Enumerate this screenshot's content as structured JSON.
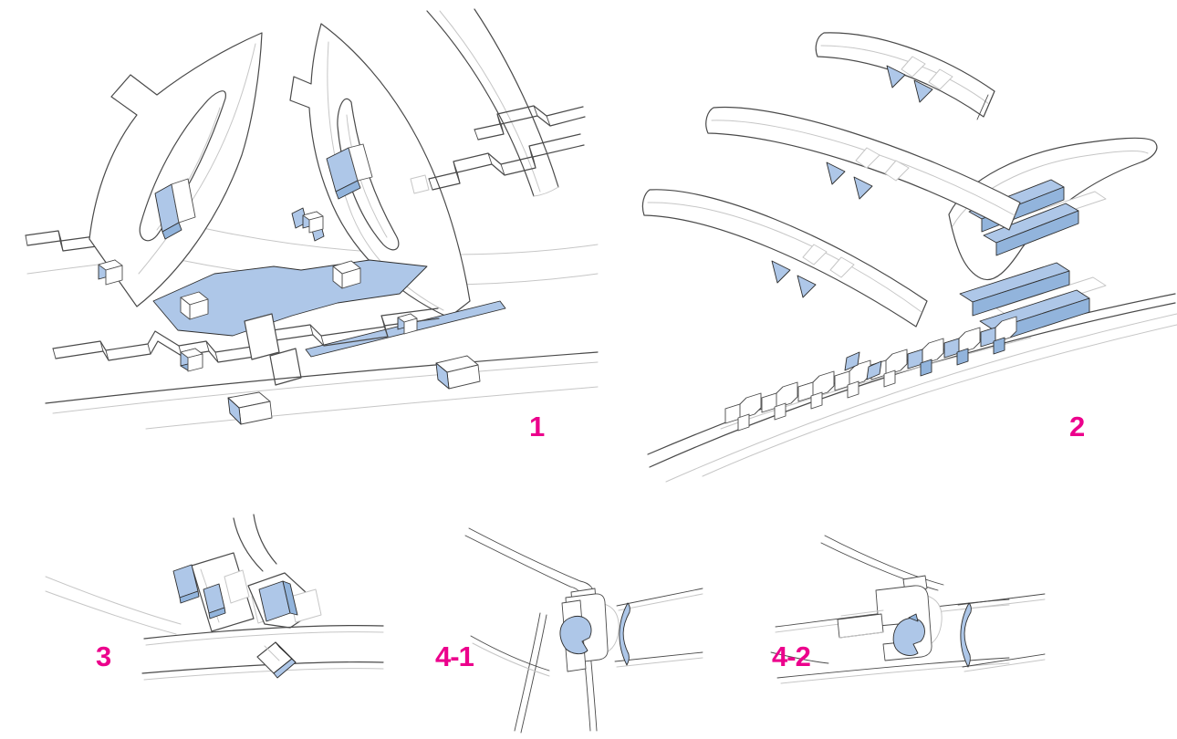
{
  "figures": [
    {
      "label": "1"
    },
    {
      "label": "2"
    },
    {
      "label": "3"
    },
    {
      "label": "4-1"
    },
    {
      "label": "4-2"
    }
  ],
  "colors": {
    "label_magenta": "#ec008c",
    "panel_blue": "#aec7e8",
    "panel_blue_dark": "#92b4dc",
    "line_dark": "#4a4a4a",
    "line_light": "#c6c6c6",
    "background": "#ffffff"
  }
}
